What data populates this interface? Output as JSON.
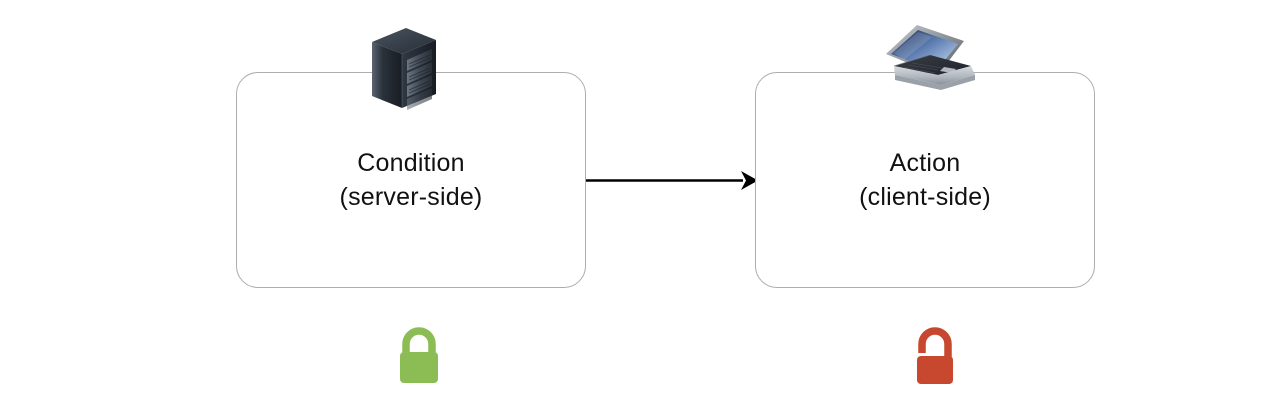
{
  "diagram": {
    "title": "Condition (server-side) to Action (client-side) flow",
    "background_color": "#ffffff",
    "nodes": [
      {
        "id": "condition",
        "line1": "Condition",
        "line2": "(server-side)",
        "icon": "server-rack-icon",
        "border_color": "#adadad",
        "fill_color": "#ffffff"
      },
      {
        "id": "action",
        "line1": "Action",
        "line2": "(client-side)",
        "icon": "laptop-icon",
        "border_color": "#adadad",
        "fill_color": "#ffffff"
      }
    ],
    "connector": {
      "id": "condition-to-action-arrow",
      "type": "arrow",
      "direction": "left-to-right",
      "color": "#000000"
    },
    "status_icons": [
      {
        "id": "secure-lock",
        "icon": "padlock-closed-icon",
        "state": "locked",
        "color": "#8cbd54"
      },
      {
        "id": "insecure-lock",
        "icon": "padlock-open-icon",
        "state": "unlocked",
        "color": "#c8472f"
      }
    ]
  }
}
